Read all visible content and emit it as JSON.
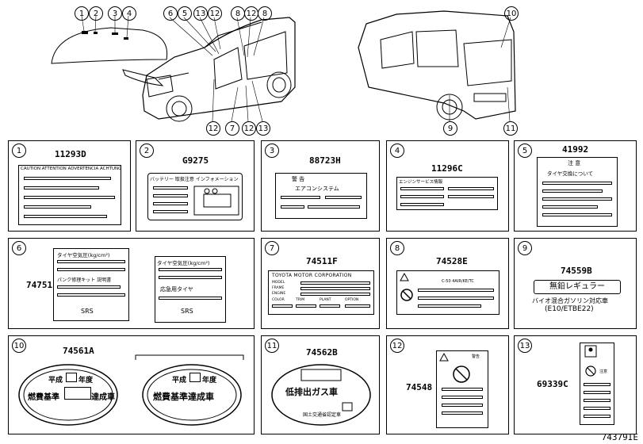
{
  "top_callouts": [
    "1",
    "2",
    "3",
    "4",
    "6",
    "5",
    "13",
    "12",
    "8",
    "12",
    "8",
    "10",
    "12",
    "7",
    "12",
    "13",
    "9",
    "11"
  ],
  "panels": [
    {
      "num": "1",
      "part": "11293D",
      "label_text": "CAUTION  ATTENTION  ADVERTENCIA  ACHTUNG"
    },
    {
      "num": "2",
      "part": "G9275",
      "label_text": "バッテリー 取扱注意  インフォメーション"
    },
    {
      "num": "3",
      "part": "88723H",
      "label_title": "警 告",
      "label_sub": "エアコンシステム"
    },
    {
      "num": "4",
      "part": "11296C",
      "label_text": "エンジンサービス情報"
    },
    {
      "num": "5",
      "part": "41992",
      "label_title": "注 意",
      "label_sub": "タイヤ交換について"
    },
    {
      "num": "6",
      "part": "74751",
      "label_a": "タイヤ空気圧(kg/cm²)",
      "label_b": "パンク修理キット 説明書",
      "label_c": "応急用タイヤ",
      "srs": "SRS"
    },
    {
      "num": "7",
      "part": "74511F",
      "label_title": "TOYOTA MOTOR CORPORATION",
      "label_rows": [
        "MODEL",
        "FRAME",
        "ENGINE",
        "COLOR",
        "TRIM",
        "PLANT",
        "OPTION"
      ]
    },
    {
      "num": "8",
      "part": "74528E",
      "label_text": "C-50 4AIR/KE/TC"
    },
    {
      "num": "9",
      "part": "74559B",
      "label_title": "無鉛レギュラー",
      "label_sub": "バイオ混合ガソリン対応車",
      "label_code": "(E10/ETBE22)"
    },
    {
      "num": "10",
      "part": "74561A",
      "label_a": "平成",
      "label_b": "年度",
      "label_c": "燃費基準",
      "label_d": "達成車",
      "label_e": "燃費基準達成車"
    },
    {
      "num": "11",
      "part": "74562B",
      "label_title": "低排出ガス車",
      "label_sub": "国土交通省認定車"
    },
    {
      "num": "12",
      "part": "74548",
      "label_text": "警告"
    },
    {
      "num": "13",
      "part": "69339C",
      "label_text": "注意"
    }
  ],
  "figure_id": "74379IE"
}
